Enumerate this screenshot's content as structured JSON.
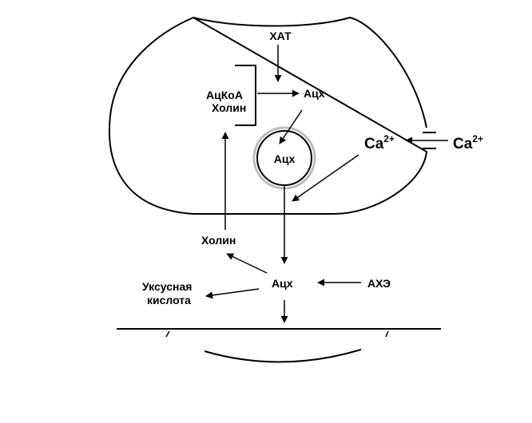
{
  "labels": {
    "chat": "ХАТ",
    "acetyl_coa": "АцКоА",
    "choline_top": "Холин",
    "ach_top": "Ацх",
    "ach_vesicle": "Ацх",
    "ca_inside": "Ca",
    "ca_inside_sup": "2+",
    "ca_outside": "Ca",
    "ca_outside_sup": "2+",
    "choline_bottom": "Холин",
    "ach_cleft": "Ацх",
    "ache": "АХЭ",
    "acetic_acid_line1": "Уксусная",
    "acetic_acid_line2": "кислота"
  }
}
